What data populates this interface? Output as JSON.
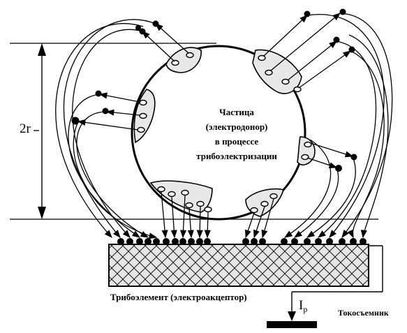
{
  "labels": {
    "particle_line1": "Частица",
    "particle_line2": "(электродонор)",
    "particle_line3": "в процессе",
    "particle_line4": "трибоэлектризации",
    "radius": "2r",
    "tribo_element": "Трибоэлемент (электроакцептор)",
    "current_main": "I",
    "current_sub": "p",
    "collector": "Токосъемник"
  }
}
